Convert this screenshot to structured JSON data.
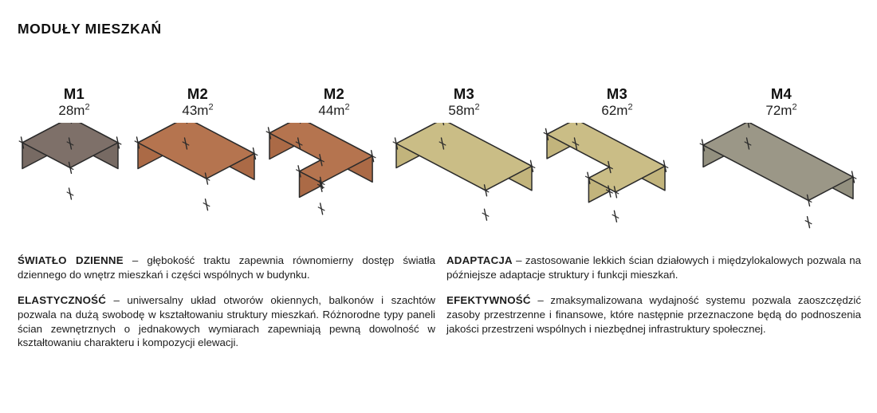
{
  "page": {
    "title": "MODUŁY MIESZKAŃ",
    "background_color": "#ffffff",
    "text_color": "#1a1a1a"
  },
  "modules": [
    {
      "name": "M1",
      "area": "28m",
      "area_unit": "2",
      "shape": "box",
      "color_top": "#7e7069",
      "color_front": "#776a63",
      "color_side": "#6d6059",
      "outline_color": "#2b2b2b"
    },
    {
      "name": "M2",
      "area": "43m",
      "area_unit": "2",
      "shape": "box",
      "color_top": "#b5744f",
      "color_front": "#ab6a46",
      "color_side": "#9d6040",
      "outline_color": "#2b2b2b"
    },
    {
      "name": "M2",
      "area": "44m",
      "area_unit": "2",
      "shape": "notched",
      "color_top": "#b5744f",
      "color_front": "#ab6a46",
      "color_side": "#9d6040",
      "outline_color": "#2b2b2b"
    },
    {
      "name": "M3",
      "area": "58m",
      "area_unit": "2",
      "shape": "box",
      "color_top": "#cabd86",
      "color_front": "#c2b47c",
      "color_side": "#b6a870",
      "outline_color": "#2b2b2b"
    },
    {
      "name": "M3",
      "area": "62m",
      "area_unit": "2",
      "shape": "notched",
      "color_top": "#cabd86",
      "color_front": "#c2b47c",
      "color_side": "#b6a870",
      "outline_color": "#2b2b2b"
    },
    {
      "name": "M4",
      "area": "72m",
      "area_unit": "2",
      "shape": "box",
      "color_top": "#9b9787",
      "color_front": "#93907f",
      "color_side": "#8a8777",
      "outline_color": "#2b2b2b"
    }
  ],
  "descriptions": {
    "left": [
      {
        "term": "ŚWIATŁO DZIENNE",
        "body": " – głębokość traktu zapewnia równomierny dostęp światła dziennego do wnętrz mieszkań i części wspólnych w budynku."
      },
      {
        "term": "ELASTYCZNOŚĆ",
        "body": " – uniwersalny układ otworów okiennych, balkonów i szachtów pozwala na dużą swobodę w kształtowaniu struktury mieszkań. Różnorodne typy paneli ścian zewnętrznych o jednakowych wymiarach zapewniają pewną dowolność w kształtowaniu charakteru i kompozycji elewacji."
      }
    ],
    "right": [
      {
        "term": "ADAPTACJA",
        "body": " – zastosowanie lekkich ścian działowych i międzylokalowych pozwala na późniejsze adaptacje struktury i funkcji mieszkań."
      },
      {
        "term": "EFEKTYWNOŚĆ",
        "body": " – zmaksymalizowana wydajność systemu pozwala zaoszczędzić zasoby przestrzenne i finansowe, które następnie przeznaczone będą do podnoszenia jakości przestrzeni wspólnych i niezbędnej infrastruktury społecznej."
      }
    ]
  }
}
